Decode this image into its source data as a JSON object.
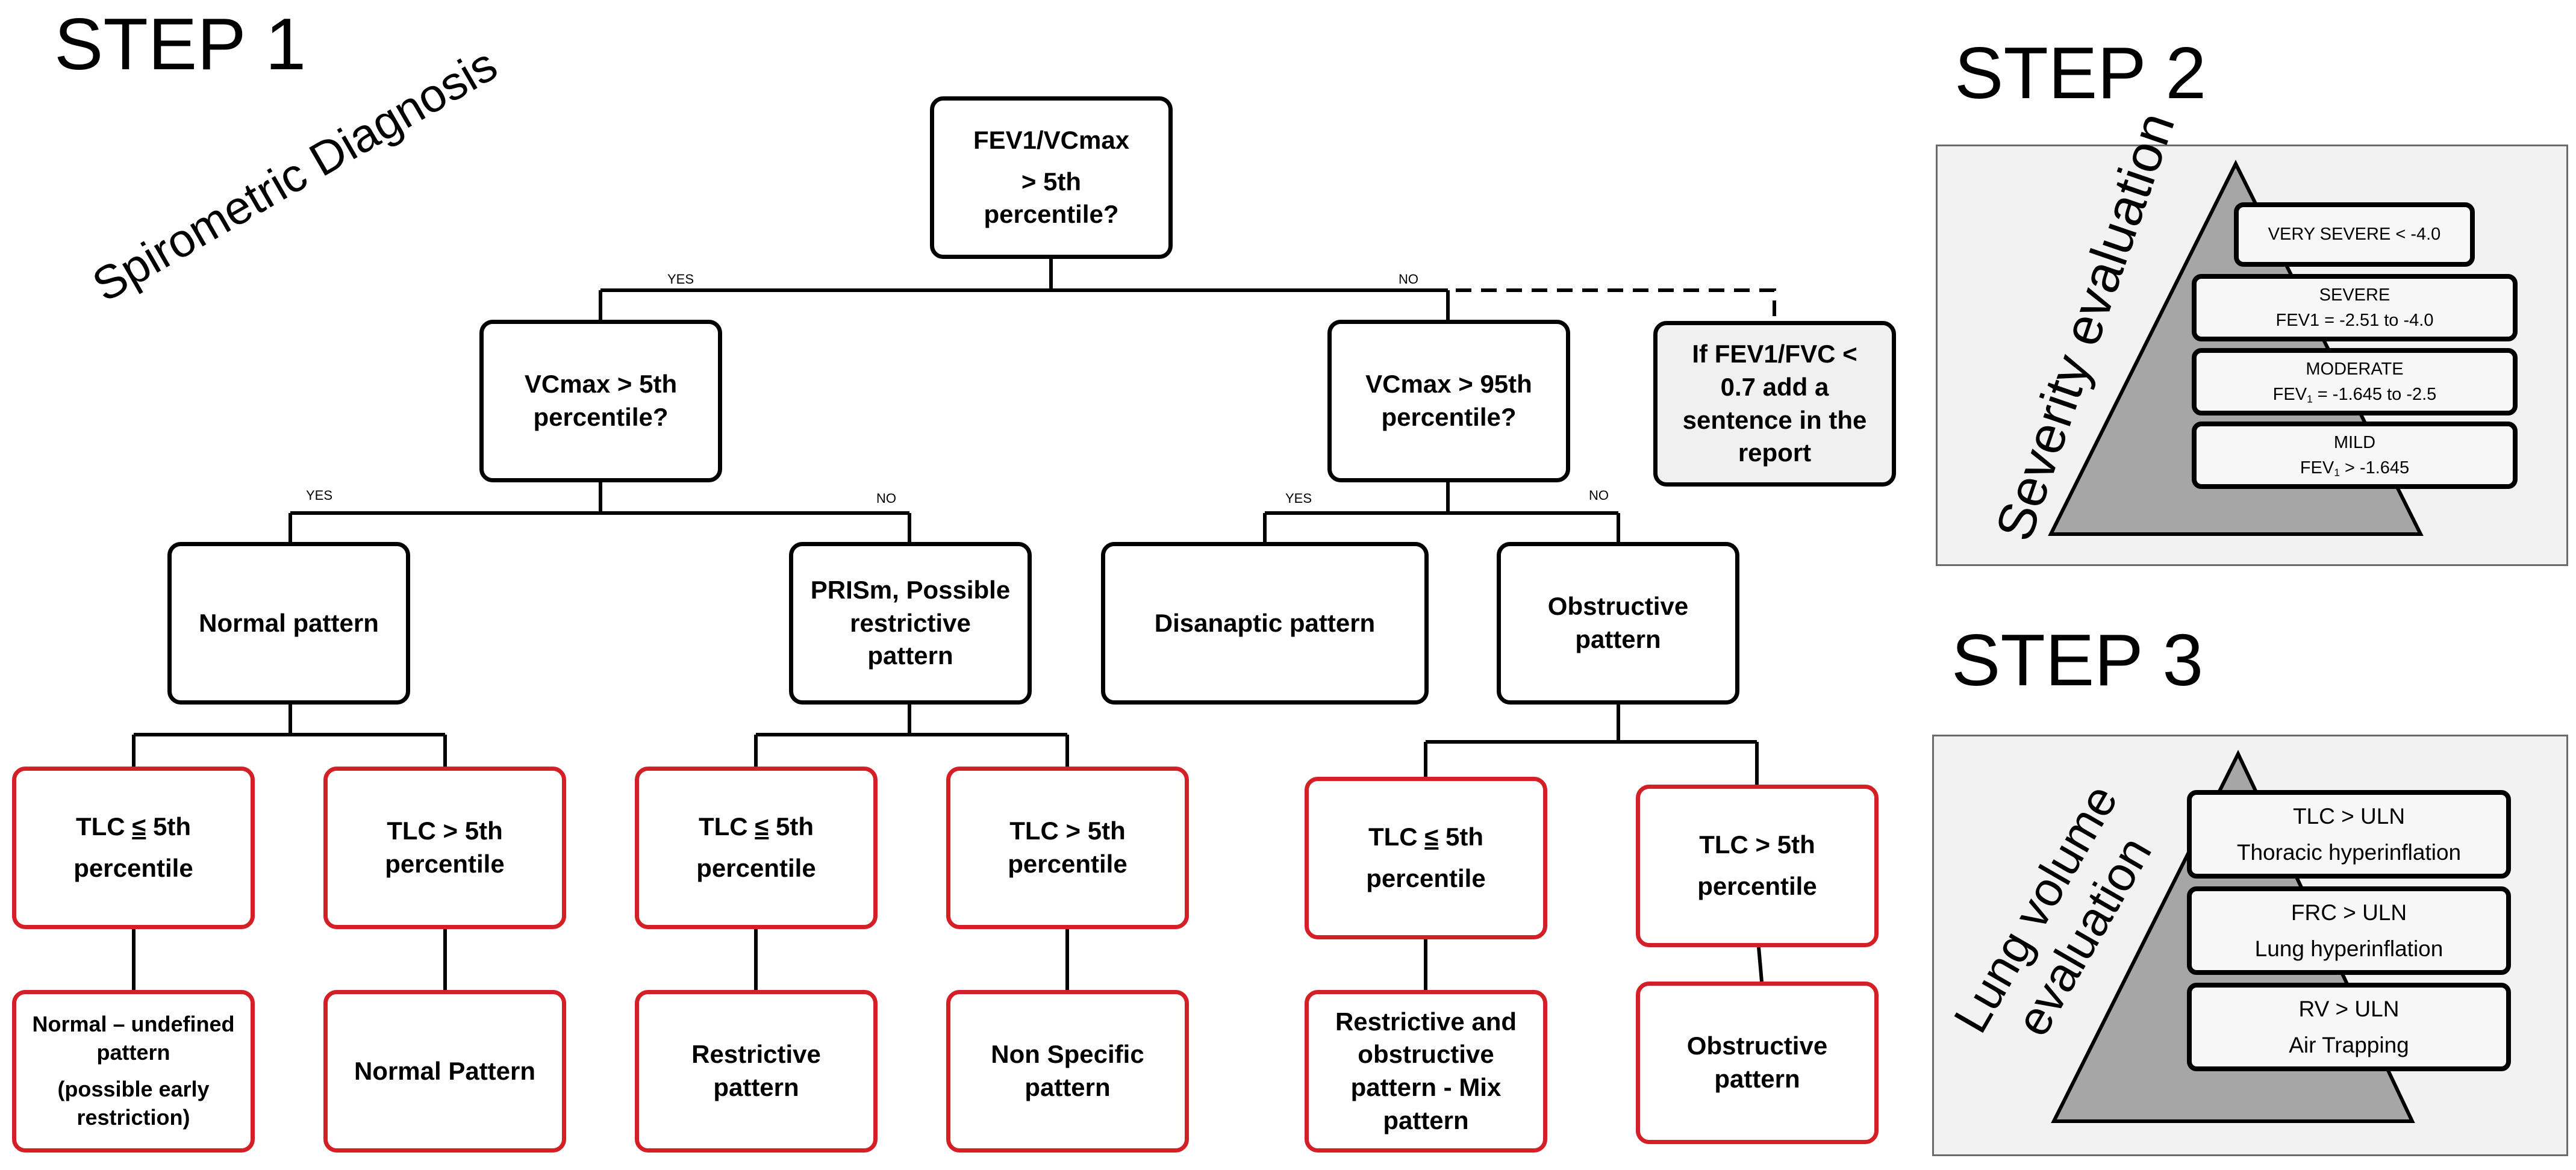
{
  "step1": {
    "title": "STEP 1",
    "subtitle": "Spirometric Diagnosis",
    "root": {
      "line1": "FEV1/VCmax",
      "line2": "> 5th",
      "line3": "percentile?"
    },
    "root_yes": "YES",
    "root_no": "NO",
    "vc5": {
      "line1": "VCmax > 5th",
      "line2": "percentile?"
    },
    "vc95": {
      "line1": "VCmax > 95th",
      "line2": "percentile?"
    },
    "note": {
      "line1": "If FEV1/FVC <",
      "line2": "0.7 add a",
      "line3": "sentence in the",
      "line4": "report"
    },
    "vc5_yes": "YES",
    "vc5_no": "NO",
    "vc95_yes": "YES",
    "vc95_no": "NO",
    "normal": "Normal pattern",
    "prism": {
      "line1": "PRISm, Possible",
      "line2": "restrictive",
      "line3": "pattern"
    },
    "disanaptic": "Disanaptic pattern",
    "obstructive": {
      "line1": "Obstructive",
      "line2": "pattern"
    },
    "tlc_le_a": {
      "prefix": "TLC ",
      "sym": "≤",
      "suffix": " 5th",
      "line2": "percentile"
    },
    "tlc_gt_a": {
      "line1": "TLC >  5th",
      "line2": "percentile"
    },
    "tlc_le_b": {
      "prefix": "TLC ",
      "sym": "≤",
      "suffix": " 5th",
      "line2": "percentile"
    },
    "tlc_gt_b": {
      "line1": "TLC  > 5th",
      "line2": "percentile"
    },
    "tlc_le_c": {
      "prefix": "TLC ",
      "sym": "≤",
      "suffix": " 5th",
      "line2": "percentile"
    },
    "tlc_gt_c": {
      "line1": "TLC > 5th",
      "line2": "percentile"
    },
    "out_normal_undefined": {
      "line1": "Normal – undefined",
      "line2": "pattern",
      "line3": "(possible early",
      "line4": "restriction)"
    },
    "out_normal": "Normal Pattern",
    "out_restrictive": {
      "line1": "Restrictive",
      "line2": "pattern"
    },
    "out_nonspecific": {
      "line1": "Non Specific",
      "line2": "pattern"
    },
    "out_mix": {
      "line1": "Restrictive and",
      "line2": "obstructive",
      "line3": "pattern - Mix",
      "line4": "pattern"
    },
    "out_obstructive": {
      "line1": "Obstructive",
      "line2": "pattern"
    }
  },
  "step2": {
    "title": "STEP 2",
    "label": "Severity evaluation",
    "levels": [
      {
        "name": "VERY SEVERE < -4.0",
        "range": ""
      },
      {
        "name": "SEVERE",
        "range": "FEV1 = -2.51 to -4.0"
      },
      {
        "name": "MODERATE",
        "range_prefix": "FEV",
        "range_sub": "1",
        "range_suffix": " = -1.645 to -2.5"
      },
      {
        "name": "MILD",
        "range_prefix": "FEV",
        "range_sub": "1",
        "range_suffix": "  > -1.645"
      }
    ]
  },
  "step3": {
    "title": "STEP 3",
    "label_line1": "Lung volume",
    "label_line2": "evaluation",
    "items": [
      {
        "name": "TLC > ULN",
        "desc": "Thoracic hyperinflation"
      },
      {
        "name": "FRC > ULN",
        "desc": "Lung hyperinflation"
      },
      {
        "name": "RV > ULN",
        "desc": "Air Trapping"
      }
    ]
  },
  "colors": {
    "red_border": "#d41f26",
    "black": "#000000",
    "triangle": "#a6a6a6",
    "panel": "#f2f2f2"
  }
}
